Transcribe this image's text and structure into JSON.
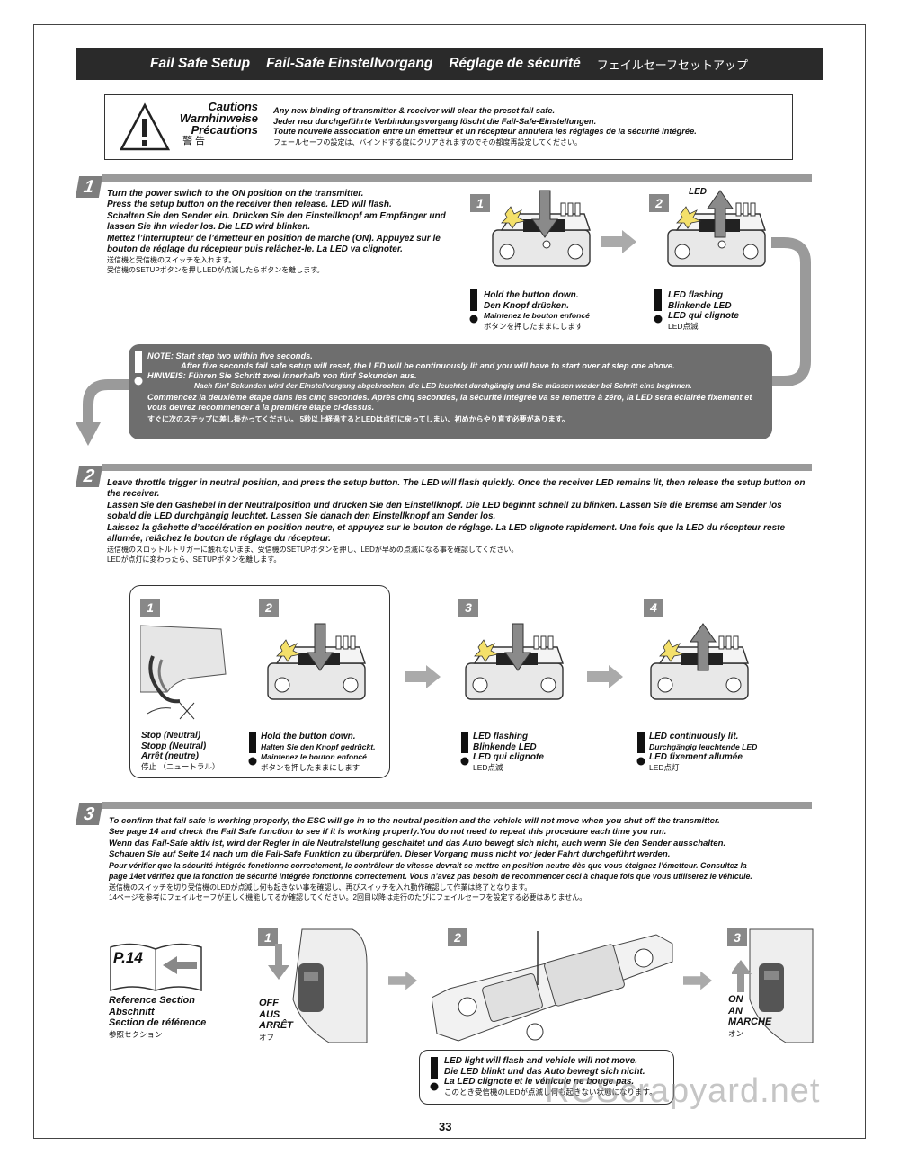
{
  "header": {
    "title_en": "Fail Safe Setup",
    "title_de": "Fail-Safe Einstellvorgang",
    "title_fr": "Réglage de sécurité",
    "title_jp": "フェイルセーフセットアップ"
  },
  "caution": {
    "label_en": "Cautions",
    "label_de": "Warnhinweise",
    "label_fr": "Précautions",
    "label_jp": "警 告",
    "text_en": "Any new binding of transmitter & receiver will clear the preset fail safe.",
    "text_de": "Jeder neu durchgeführte Verbindungsvorgang löscht die Fail-Safe-Einstellungen.",
    "text_fr": "Toute nouvelle association entre un émetteur et un récepteur annulera les réglages de la sécurité intégrée.",
    "text_jp": "フェールセーフの設定は、バインドする度にクリアされますのでその都度再設定してください。"
  },
  "step1": {
    "number": "1",
    "en_1": "Turn the power switch to the ON position on the transmitter.",
    "en_2": "Press the setup button on the receiver then release. LED will flash.",
    "de": "Schalten Sie den Sender ein. Drücken Sie den Einstellknopf am Empfänger und lassen Sie ihn wieder los. Die LED wird blinken.",
    "fr": "Mettez l’interrupteur de l’émetteur en position de marche (ON). Appuyez sur le bouton de réglage du récepteur puis relâchez-le. La LED va clignoter.",
    "jp_1": "送信機と受信機のスイッチを入れます。",
    "jp_2": "受信機のSETUPボタンを押しLEDが点滅したらボタンを離します。",
    "fig1_num": "1",
    "fig2_num": "2",
    "led_label": "LED",
    "cap1_en": "Hold the button down.",
    "cap1_de": "Den Knopf drücken.",
    "cap1_fr": "Maintenez le bouton enfoncé",
    "cap1_jp": "ボタンを押したままにします",
    "cap2_en": "LED flashing",
    "cap2_de": "Blinkende LED",
    "cap2_fr": "LED qui clignote",
    "cap2_jp": "LED点滅"
  },
  "note": {
    "en_1": "NOTE: Start step two within five seconds.",
    "en_2": "After five seconds fail safe setup will reset, the LED will be continuously lit and you will have to start over at step one above.",
    "de_1": "HINWEIS: Führen Sie Schritt zwei innerhalb von fünf Sekunden aus.",
    "de_2": "Nach fünf Sekunden wird der Einstellvorgang abgebrochen, die LED leuchtet durchgängig und Sie müssen wieder bei Schritt eins beginnen.",
    "fr": "Commencez la deuxième étape dans les cinq secondes. Après cinq secondes, la sécurité intégrée va se remettre à zéro, la LED sera éclairée fixement et vous devrez recommencer à la première étape ci-dessus.",
    "jp": "すぐに次のステップに差し掛かってください。 5秒以上経過するとLEDは点灯に戻ってしまい、初めからやり直す必要があります。"
  },
  "step2": {
    "number": "2",
    "en": "Leave throttle trigger in neutral position, and press the setup button. The LED will flash quickly. Once the receiver LED remains lit, then release the setup button on the receiver.",
    "de": "Lassen Sie den Gashebel in der Neutralposition und drücken Sie den Einstellknopf. Die LED beginnt schnell zu blinken. Lassen Sie die Bremse am Sender los sobald die LED durchgängig leuchtet. Lassen Sie danach den Einstellknopf am Sender los.",
    "fr": "Laissez la gâchette d’accélération en position neutre, et appuyez sur le bouton de réglage. La LED clignote rapidement. Une fois que la LED du récepteur reste allumée, relâchez le bouton de réglage du récepteur.",
    "jp_1": "送信機のスロットルトリガーに触れないまま、受信機のSETUPボタンを押し、LEDが早めの点滅になる事を確認してください。",
    "jp_2": "LEDが点灯に変わったら、SETUPボタンを離します。",
    "fig_nums": [
      "1",
      "2",
      "3",
      "4"
    ],
    "cap_stop_en": "Stop (Neutral)",
    "cap_stop_de": "Stopp (Neutral)",
    "cap_stop_fr": "Arrêt (neutre)",
    "cap_stop_jp": "停止 （ニュートラル）",
    "cap_hold_en": "Hold the button down.",
    "cap_hold_de": "Halten Sie den Knopf gedrückt.",
    "cap_hold_fr": "Maintenez le bouton enfoncé",
    "cap_hold_jp": "ボタンを押したままにします",
    "cap_flash_en": "LED flashing",
    "cap_flash_de": "Blinkende LED",
    "cap_flash_fr": "LED qui clignote",
    "cap_flash_jp": "LED点滅",
    "cap_lit_en": "LED continuously lit.",
    "cap_lit_de": "Durchgängig leuchtende LED",
    "cap_lit_fr": "LED fixement allumée",
    "cap_lit_jp": "LED点灯"
  },
  "step3": {
    "number": "3",
    "en_1": "To confirm that fail safe is working properly, the ESC will go in to the neutral position and the vehicle will not move when you shut off the transmitter.",
    "en_2": "See page 14 and check the Fail Safe function to see if it is working properly.You do not need to repeat this procedure each time you run.",
    "de_1": "Wenn das Fail-Safe aktiv ist, wird der Regler in die Neutralstellung geschaltet und das Auto bewegt sich nicht, auch wenn Sie den Sender ausschalten.",
    "de_2": "Schauen Sie auf Seite 14 nach um die Fail-Safe Funktion zu überprüfen. Dieser Vorgang muss nicht vor jeder Fahrt durchgeführt werden.",
    "fr_1": "Pour vérifier que la sécurité intégrée fonctionne correctement, le contrôleur de vitesse devrait se mettre en position neutre dès que vous éteignez l’émetteur. Consultez la",
    "fr_2": "page 14et vérifiez que la fonction de sécurité intégrée fonctionne correctement. Vous n’avez pas besoin de recommencer ceci à chaque fois que vous utiliserez le véhicule.",
    "jp_1": "送信機のスイッチを切り受信機のLEDが点滅し何も起きない事を確認し、再びスイッチを入れ動作確認して作業は終了となります。",
    "jp_2": "14ページを参考にフェイルセーフが正しく機能してるか確認してください。2回目以降は走行のたびにフェイルセーフを設定する必要はありません。",
    "ref_page": "P.14",
    "ref_en": "Reference Section",
    "ref_de": "Abschnitt",
    "ref_fr": "Section de référence",
    "ref_jp": "参照セクション",
    "fig_nums": [
      "1",
      "2",
      "3"
    ],
    "off_en": "OFF",
    "off_de": "AUS",
    "off_fr": "ARRÊT",
    "off_jp": "オフ",
    "on_en": "ON",
    "on_de": "AN",
    "on_fr": "MARCHE",
    "on_jp": "オン",
    "box_en": "LED light will flash and vehicle will not move.",
    "box_de": "Die LED blinkt und das Auto bewegt sich nicht.",
    "box_fr": "La LED clignote et le véhicule ne bouge pas.",
    "box_jp": "このとき受信機のLEDが点滅し何も起きない状態になります。"
  },
  "page_number": "33",
  "watermark": "RCScrapyard.net"
}
